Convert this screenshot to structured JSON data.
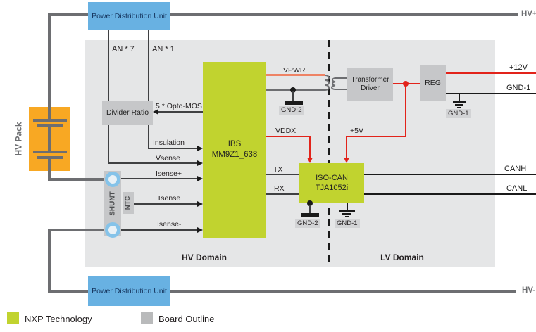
{
  "colors": {
    "nxp_green": "#c1d32f",
    "board_gray": "#e5e6e7",
    "block_gray": "#c6c7c9",
    "pdu_blue": "#68b1e2",
    "pack_orange": "#f8a823",
    "wire_gray": "#6d6e71",
    "signal_red": "#e2231a",
    "vpwr_salmon": "#ee8365"
  },
  "rails": {
    "hv_plus": "HV+",
    "hv_minus": "HV-",
    "p12v": "+12V",
    "gnd1": "GND-1",
    "canh": "CANH",
    "canl": "CANL"
  },
  "pdu": {
    "label": "Power Distribution Unit"
  },
  "hv_pack": {
    "label": "HV Pack"
  },
  "blocks": {
    "divider": {
      "label": "Divider Ratio"
    },
    "shunt": {
      "label": "SHUNT"
    },
    "ntc": {
      "label": "NTC"
    },
    "ibs": {
      "name": "IBS",
      "part": "MM9Z1_638"
    },
    "isocan": {
      "name": "ISO-CAN",
      "part": "TJA1052i"
    },
    "transformer_driver": {
      "line1": "Transformer",
      "line2": "Driver"
    },
    "reg": {
      "label": "REG"
    }
  },
  "signals": {
    "an7": "AN * 7",
    "an1": "AN * 1",
    "opto": "5 * Opto-MOS",
    "insulation": "Insulation",
    "vsense": "Vsense",
    "isense_plus": "Isense+",
    "tsense": "Tsense",
    "isense_minus": "Isense-",
    "vpwr": "VPWR",
    "vddx": "VDDX",
    "p5v": "+5V",
    "tx": "TX",
    "rx": "RX"
  },
  "grounds": {
    "gnd1": "GND-1",
    "gnd2": "GND-2"
  },
  "domains": {
    "hv": "HV Domain",
    "lv": "LV Domain"
  },
  "legend": [
    {
      "label": "NXP Technology",
      "color": "#c1d32f"
    },
    {
      "label": "Board Outline",
      "color": "#b9babb"
    }
  ]
}
